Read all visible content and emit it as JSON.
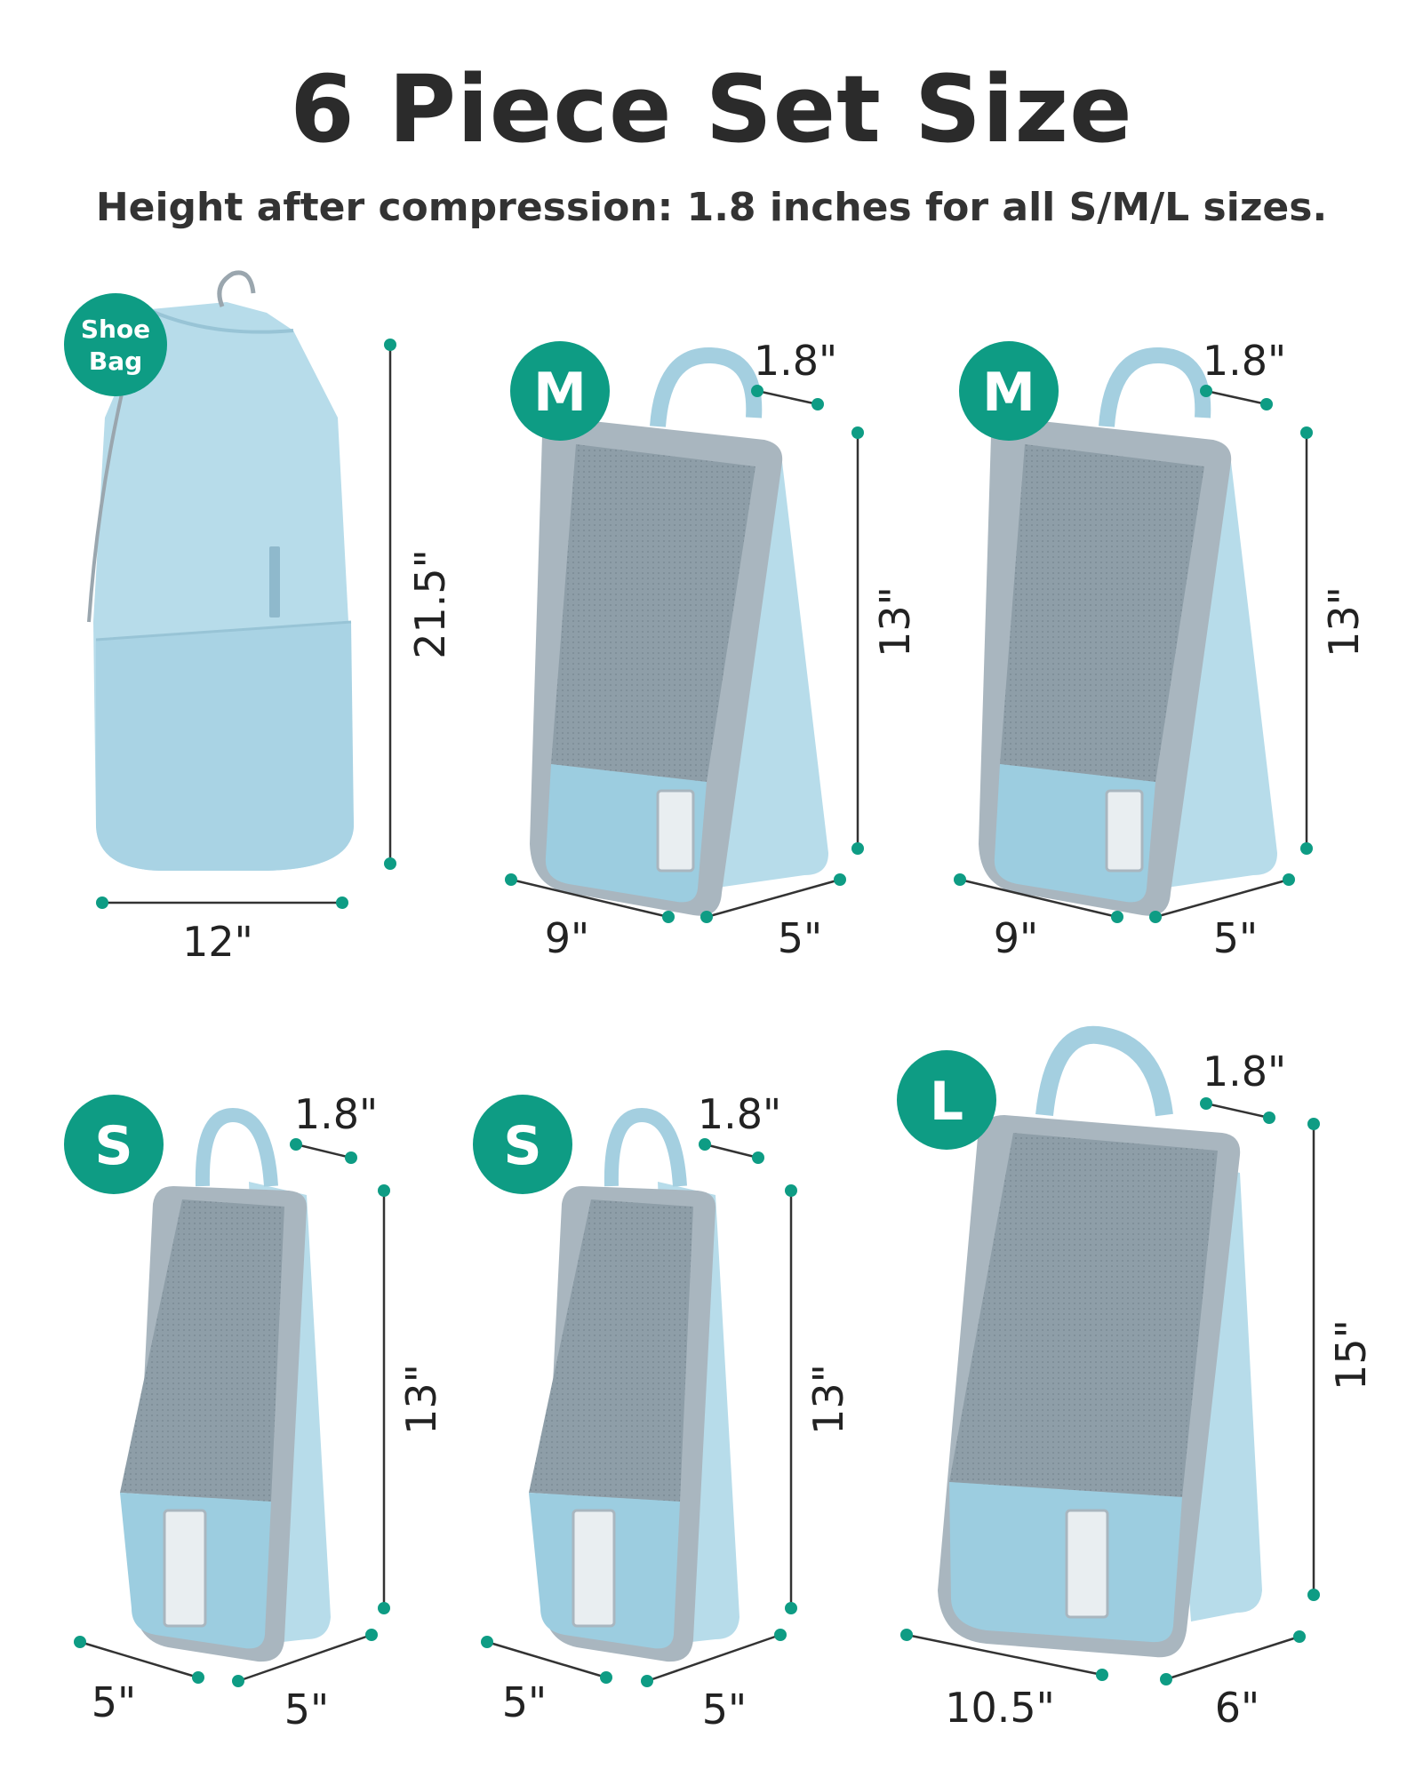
{
  "header": {
    "title": "6 Piece Set Size",
    "subtitle": "Height after compression: 1.8 inches for all S/M/L sizes."
  },
  "colors": {
    "accent": "#0e9c84",
    "bag_light": "#b7dcea",
    "bag_mid": "#9ccde0",
    "mesh": "#8e9ea8",
    "trim": "#a9b6bf"
  },
  "items": {
    "shoe_bag": {
      "badge_line1": "Shoe",
      "badge_line2": "Bag",
      "height": "21.5\"",
      "width": "12\""
    },
    "medium_1": {
      "badge": "M",
      "depth_label": "1.8\"",
      "height": "13\"",
      "width": "9\"",
      "side": "5\""
    },
    "medium_2": {
      "badge": "M",
      "depth_label": "1.8\"",
      "height": "13\"",
      "width": "9\"",
      "side": "5\""
    },
    "small_1": {
      "badge": "S",
      "depth_label": "1.8\"",
      "height": "13\"",
      "width": "5\"",
      "side": "5\""
    },
    "small_2": {
      "badge": "S",
      "depth_label": "1.8\"",
      "height": "13\"",
      "width": "5\"",
      "side": "5\""
    },
    "large": {
      "badge": "L",
      "depth_label": "1.8\"",
      "height": "15\"",
      "width": "10.5\"",
      "side": "6\""
    }
  }
}
